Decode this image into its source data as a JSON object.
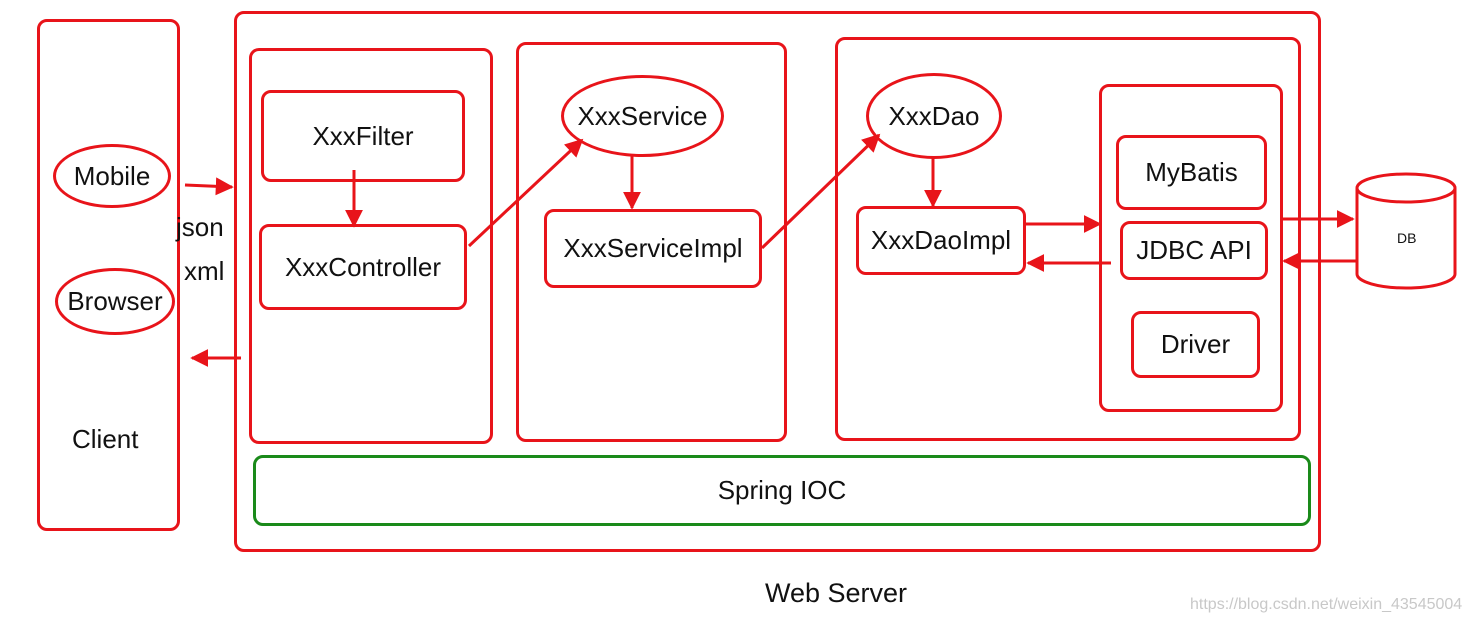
{
  "client": {
    "label": "Client",
    "mobile": "Mobile",
    "browser": "Browser"
  },
  "transport": {
    "json": "json",
    "xml": "xml"
  },
  "server": {
    "caption": "Web Server",
    "ioc": "Spring IOC"
  },
  "web_layer": {
    "filter": "XxxFilter",
    "controller": "XxxController"
  },
  "service_layer": {
    "service": "XxxService",
    "service_impl": "XxxServiceImpl"
  },
  "dao_layer": {
    "dao": "XxxDao",
    "dao_impl": "XxxDaoImpl"
  },
  "persistence": {
    "mybatis": "MyBatis",
    "jdbc": "JDBC API",
    "driver": "Driver"
  },
  "db": {
    "label": "DB"
  },
  "watermark": "https://blog.csdn.net/weixin_43545004",
  "colors": {
    "edge": "#e8141a",
    "ioc_border": "#1a8a1a"
  }
}
